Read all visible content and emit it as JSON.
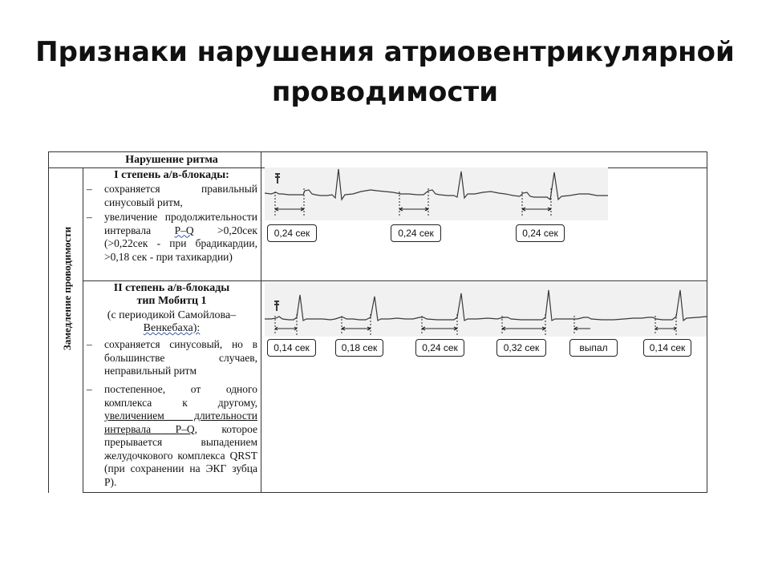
{
  "slide": {
    "title_line1": "Признаки нарушения атриовентрикулярной",
    "title_line2": "проводимости"
  },
  "table": {
    "header": "Нарушение ритма",
    "side_label": "Замедление проводимости",
    "section1": {
      "heading": "I степень а/в-блокады:",
      "bullet1": "сохраняется правильный синусовый ритм,",
      "bullet2_part1": "увеличение продолжительности интервала ",
      "bullet2_pq": "P–Q",
      "bullet2_part2": " >0,20сек (>0,22сек - при брадикардии, >0,18 сек - при тахикардии)",
      "intervals": [
        "0,24 сек",
        "0,24 сек",
        "0,24 сек"
      ]
    },
    "section2": {
      "heading_line1": "II степень а/в-блокады",
      "heading_line2": "тип Мобитц 1",
      "sub_line1": "(с периодикой Самойлова–",
      "sub_line2": "Венкебаха):",
      "bullet1": "сохраняется синусовый, но в большинстве случаев, неправильный ритм",
      "bullet2_part1": "постепенное, от одного комплекса к другому, ",
      "bullet2_underlined": "увеличением длительности интервала P–Q",
      "bullet2_part2": ", которое прерывается выпадением желудочкового комплекса QRST (при сохранении на ЭКГ зубца Р).",
      "intervals": [
        "0,14 сек",
        "0,18 сек",
        "0,24 сек",
        "0,32 сек",
        "выпал",
        "0,14 сек"
      ]
    }
  },
  "colors": {
    "ink": "#111111",
    "ecg_trace": "#3a3a3a",
    "ecg_bg": "#f1f1f1",
    "wavy_underline": "#2a5db0"
  },
  "icons": {
    "dash": "–"
  }
}
